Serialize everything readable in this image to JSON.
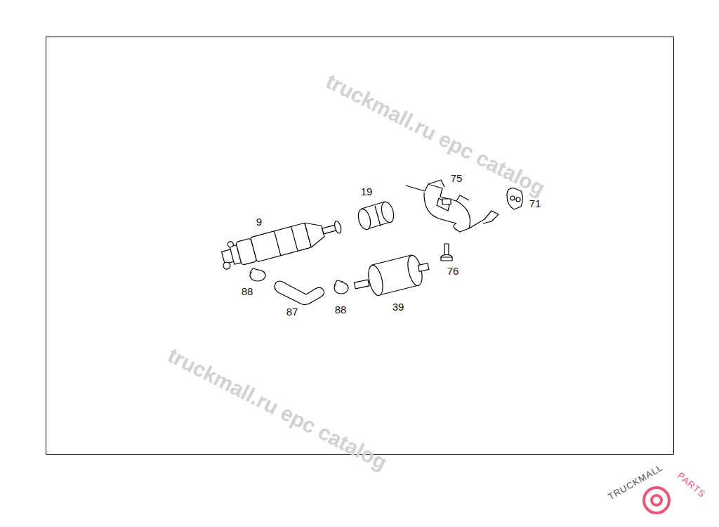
{
  "diagram": {
    "labels": [
      "9",
      "19",
      "75",
      "71",
      "76",
      "88",
      "87",
      "88",
      "39",
      "truckmall.ru epc catalog",
      "truckmall.ru epc catalog",
      "TRUCKMALL",
      "PARTS"
    ]
  }
}
